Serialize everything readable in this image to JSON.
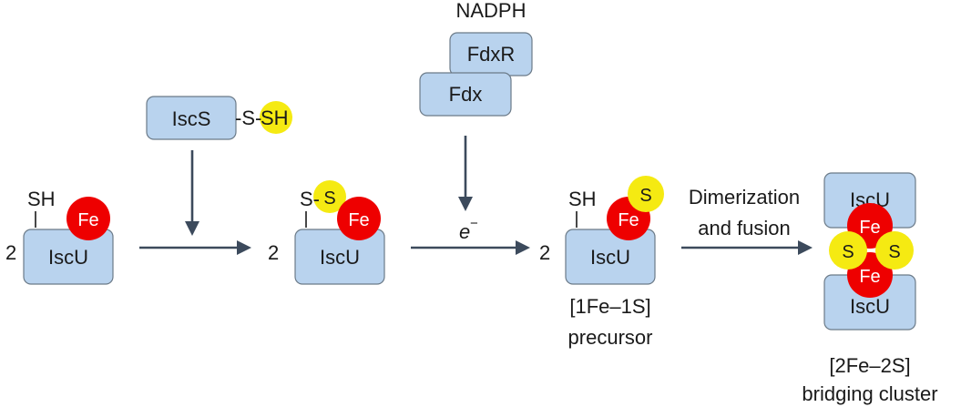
{
  "stage1": {
    "count": "2",
    "protein": "IscU",
    "thiol": "SH",
    "iron": "Fe"
  },
  "iscs": {
    "protein": "IscS",
    "persulfide_s": "-S-",
    "persulfide_sh": "SH"
  },
  "stage2": {
    "count": "2",
    "protein": "IscU",
    "s_prefix": "S-",
    "sulfur": "S",
    "iron": "Fe"
  },
  "electron_source": {
    "cofactor": "NADPH",
    "reductase": "FdxR",
    "ferredoxin": "Fdx",
    "electron": "e",
    "electron_sup": "−"
  },
  "stage3": {
    "count": "2",
    "protein": "IscU",
    "thiol": "SH",
    "iron": "Fe",
    "sulfur": "S",
    "caption_line1": "[1Fe–1S]",
    "caption_line2": "precursor"
  },
  "step_label": {
    "line1": "Dimerization",
    "line2": "and fusion"
  },
  "cluster": {
    "top_protein": "IscU",
    "bottom_protein": "IscU",
    "iron_top": "Fe",
    "iron_bottom": "Fe",
    "sulfur_left": "S",
    "sulfur_right": "S",
    "caption_line1": "[2Fe–2S]",
    "caption_line2": "bridging cluster"
  },
  "colors": {
    "protein_fill": "#b9d3ee",
    "protein_stroke": "#6b7a88",
    "iron": "#ee0000",
    "sulfur": "#f5ea12",
    "arrow": "#3c4a5c"
  }
}
